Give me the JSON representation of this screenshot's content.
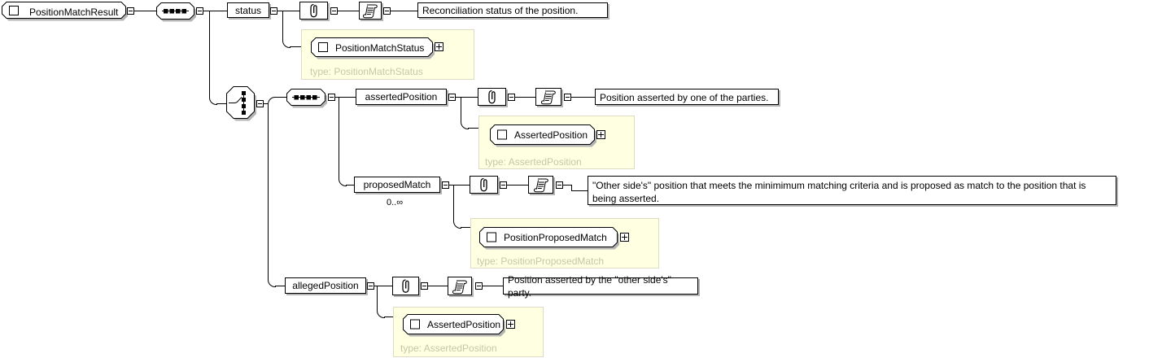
{
  "diagram": {
    "kind": "xml-schema-content-model",
    "root": {
      "label": "PositionMatchResult"
    },
    "nodes": {
      "status": {
        "label": "status",
        "doc": "Reconciliation status of the position.",
        "type_name": "PositionMatchStatus",
        "type_caption": "type: PositionMatchStatus"
      },
      "assertedPosition": {
        "label": "assertedPosition",
        "doc": "Position asserted by one of the parties.",
        "type_name": "AssertedPosition",
        "type_caption": "type: AssertedPosition"
      },
      "proposedMatch": {
        "label": "proposedMatch",
        "occurs": "0..∞",
        "doc": "\"Other side's\" position that meets the minimimum matching criteria and is proposed as match to the position that is being asserted.",
        "type_name": "PositionProposedMatch",
        "type_caption": "type: PositionProposedMatch"
      },
      "allegedPosition": {
        "label": "allegedPosition",
        "doc": "Position asserted by the \"other side's\" party.",
        "type_name": "AssertedPosition",
        "type_caption": "type: AssertedPosition"
      }
    },
    "colors": {
      "panel_bg": "#ffffe1",
      "panel_border": "#dcdcc4",
      "type_text": "#c6c6a8",
      "shadow": "#b4b4b4",
      "line": "#000000"
    }
  }
}
